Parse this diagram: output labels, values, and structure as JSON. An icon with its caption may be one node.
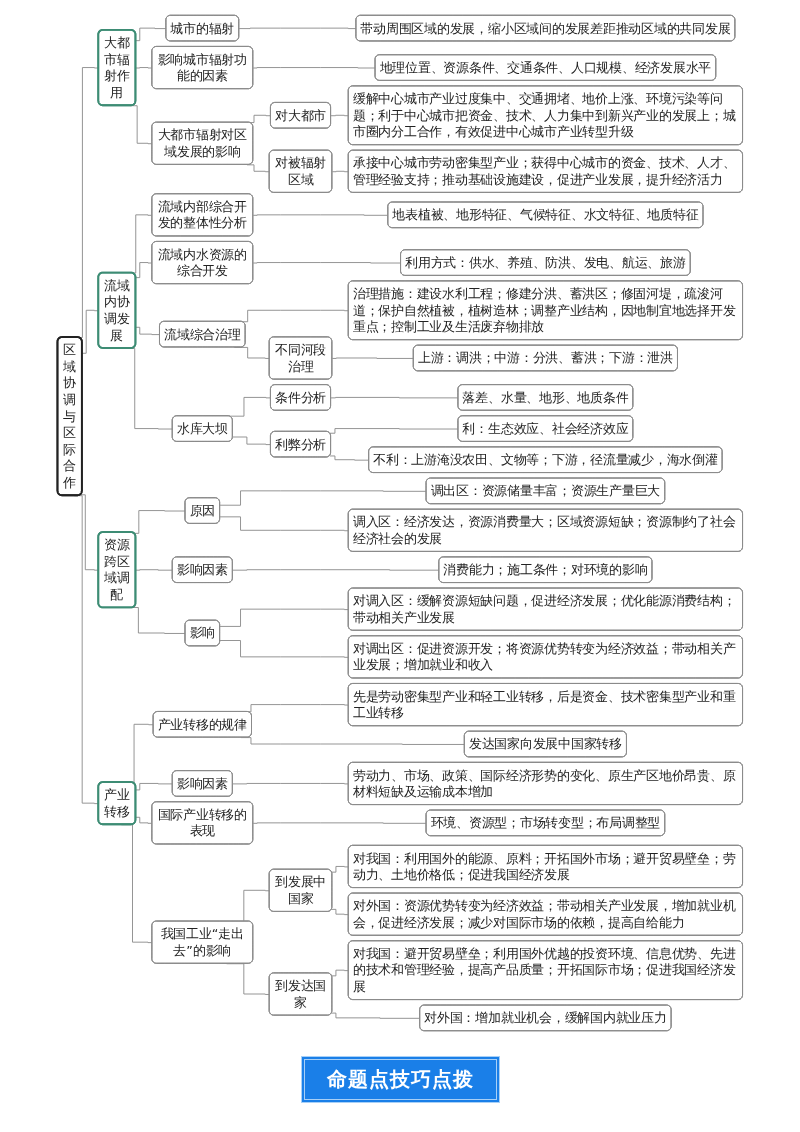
{
  "diagram": {
    "nodes": [
      {
        "text": [
          "区域协调与区际合作"
        ]
      },
      {
        "text": [
          "大都市辐射作用"
        ]
      },
      {
        "text": [
          "城市的辐射"
        ]
      },
      {
        "text": [
          "带动周围区域的发展，缩小区域间的发展差距推动区域的共同发展"
        ]
      },
      {
        "text": [
          "影响城市辐射功能的因素"
        ]
      },
      {
        "text": [
          "地理位置、资源条件、交通条件、人口规模、经济发展水平"
        ]
      },
      {
        "text": [
          "大都市辐射对区域发展的影响"
        ]
      },
      {
        "text": [
          "对大都市"
        ]
      },
      {
        "text": [
          "缓解中心城市产业过度集中、交通拥堵、地价上涨、环境污染等问题；利于中心城市把资金、技术、人力集中到新兴产业的发展上；城市圈内分工合作，有效促进中心城市产业转型升级"
        ]
      },
      {
        "text": [
          "对被辐射区域"
        ]
      },
      {
        "text": [
          "承接中心城市劳动密集型产业；获得中心城市的资金、技术、人才、管理经验支持；推动基础设施建设，促进产业发展，提升经济活力"
        ]
      },
      {
        "text": [
          "流域内协调发展"
        ]
      },
      {
        "text": [
          "流域内部综合开发的整体性分析"
        ]
      },
      {
        "text": [
          "地表植被、地形特征、气候特征、水文特征、地质特征"
        ]
      },
      {
        "text": [
          "流域内水资源的综合开发"
        ]
      },
      {
        "text": [
          "利用方式：供水、养殖、防洪、发电、航运、旅游"
        ]
      },
      {
        "text": [
          "流域综合治理"
        ]
      },
      {
        "text": [
          "治理措施：建设水利工程；修建分洪、蓄洪区；修固河堤，疏浚河道；保护自然植被，植树造林；调整产业结构，因地制宜地选择开发重点；控制工业及生活废弃物排放"
        ]
      },
      {
        "text": [
          "不同河段治理"
        ]
      },
      {
        "text": [
          "上游：调洪；中游：分洪、蓄洪；下游：泄洪"
        ]
      },
      {
        "text": [
          "水库大坝"
        ]
      },
      {
        "text": [
          "条件分析"
        ]
      },
      {
        "text": [
          "落差、水量、地形、地质条件"
        ]
      },
      {
        "text": [
          "利弊分析"
        ]
      },
      {
        "text": [
          "利：生态效应、社会经济效应"
        ]
      },
      {
        "text": [
          "不利：上游淹没农田、文物等；下游，径流量减少，海水倒灌"
        ]
      },
      {
        "text": [
          "资源跨区域调配"
        ]
      },
      {
        "text": [
          "原因"
        ]
      },
      {
        "text": [
          "调出区：资源储量丰富；资源生产量巨大"
        ]
      },
      {
        "text": [
          "调入区：经济发达，资源消费量大；区域资源短缺；资源制约了社会经济社会的发展"
        ]
      },
      {
        "text": [
          "影响因素"
        ]
      },
      {
        "text": [
          "消费能力；施工条件；对环境的影响"
        ]
      },
      {
        "text": [
          "影响"
        ]
      },
      {
        "text": [
          "对调入区：缓解资源短缺问题，促进经济发展；优化能源消费结构；带动相关产业发展"
        ]
      },
      {
        "text": [
          "对调出区：促进资源开发；将资源优势转变为经济效益；带动相关产业发展；增加就业和收入"
        ]
      },
      {
        "text": [
          "产业转移"
        ]
      },
      {
        "text": [
          "产业转移的规律"
        ]
      },
      {
        "text": [
          "先是劳动密集型产业和轻工业转移，后是资金、技术密集型产业和重工业转移"
        ]
      },
      {
        "text": [
          "发达国家向发展中国家转移"
        ]
      },
      {
        "text": [
          "影响因素"
        ]
      },
      {
        "text": [
          "劳动力、市场、政策、国际经济形势的变化、原生产区地价昂贵、原材料短缺及运输成本增加"
        ]
      },
      {
        "text": [
          "国际产业转移的表现"
        ]
      },
      {
        "text": [
          "环境、资源型；市场转变型；布局调整型"
        ]
      },
      {
        "text": [
          "我国工业“走出去”的影响"
        ]
      },
      {
        "text": [
          "到发展中国家"
        ]
      },
      {
        "text": [
          "对我国：利用国外的能源、原料；开拓国外市场；避开贸易壁垒；劳动力、土地价格低；促进我国经济发展"
        ]
      },
      {
        "text": [
          "对外国：资源优势转变为经济效益；带动相关产业发展，增加就业机会，促进经济发展；减少对国际市场的依赖，提高自给能力"
        ]
      },
      {
        "text": [
          "到发达国家"
        ]
      },
      {
        "text": [
          "对我国：避开贸易壁垒；利用国外优越的投资环境、信息优势、先进的技术和管理经验，提高产品质量；开拓国际市场；促进我国经济发展"
        ]
      },
      {
        "text": [
          "对外国：增加就业机会，缓解国内就业压力"
        ]
      }
    ],
    "edges": [
      {
        "from": 0,
        "to": 1,
        "arrow": "none"
      },
      {
        "from": 1,
        "to": 2,
        "arrow": "none"
      },
      {
        "from": 2,
        "to": 3,
        "arrow": "none"
      },
      {
        "from": 1,
        "to": 4,
        "arrow": "none"
      },
      {
        "from": 4,
        "to": 5,
        "arrow": "none"
      },
      {
        "from": 1,
        "to": 6,
        "arrow": "none"
      },
      {
        "from": 6,
        "to": 7,
        "arrow": "none"
      },
      {
        "from": 7,
        "to": 8,
        "arrow": "none"
      },
      {
        "from": 6,
        "to": 9,
        "arrow": "none"
      },
      {
        "from": 9,
        "to": 10,
        "arrow": "none"
      },
      {
        "from": 0,
        "to": 11,
        "arrow": "none"
      },
      {
        "from": 11,
        "to": 12,
        "arrow": "none"
      },
      {
        "from": 12,
        "to": 13,
        "arrow": "none"
      },
      {
        "from": 11,
        "to": 14,
        "arrow": "none"
      },
      {
        "from": 14,
        "to": 15,
        "arrow": "none"
      },
      {
        "from": 11,
        "to": 16,
        "arrow": "none"
      },
      {
        "from": 16,
        "to": 17,
        "arrow": "none"
      },
      {
        "from": 16,
        "to": 18,
        "arrow": "none"
      },
      {
        "from": 18,
        "to": 19,
        "arrow": "none"
      },
      {
        "from": 11,
        "to": 20,
        "arrow": "none"
      },
      {
        "from": 20,
        "to": 21,
        "arrow": "none"
      },
      {
        "from": 21,
        "to": 22,
        "arrow": "none"
      },
      {
        "from": 20,
        "to": 23,
        "arrow": "none"
      },
      {
        "from": 23,
        "to": 24,
        "arrow": "none"
      },
      {
        "from": 23,
        "to": 25,
        "arrow": "none"
      },
      {
        "from": 0,
        "to": 26,
        "arrow": "none"
      },
      {
        "from": 26,
        "to": 27,
        "arrow": "none"
      },
      {
        "from": 27,
        "to": 28,
        "arrow": "none"
      },
      {
        "from": 27,
        "to": 29,
        "arrow": "none"
      },
      {
        "from": 26,
        "to": 30,
        "arrow": "none"
      },
      {
        "from": 30,
        "to": 31,
        "arrow": "none"
      },
      {
        "from": 26,
        "to": 32,
        "arrow": "none"
      },
      {
        "from": 32,
        "to": 33,
        "arrow": "none"
      },
      {
        "from": 32,
        "to": 34,
        "arrow": "none"
      },
      {
        "from": 0,
        "to": 35,
        "arrow": "none"
      },
      {
        "from": 35,
        "to": 36,
        "arrow": "none"
      },
      {
        "from": 36,
        "to": 37,
        "arrow": "none"
      },
      {
        "from": 36,
        "to": 38,
        "arrow": "none"
      },
      {
        "from": 35,
        "to": 39,
        "arrow": "none"
      },
      {
        "from": 39,
        "to": 40,
        "arrow": "none"
      },
      {
        "from": 35,
        "to": 41,
        "arrow": "none"
      },
      {
        "from": 41,
        "to": 42,
        "arrow": "none"
      },
      {
        "from": 35,
        "to": 43,
        "arrow": "none"
      },
      {
        "from": 43,
        "to": 44,
        "arrow": "none"
      },
      {
        "from": 44,
        "to": 45,
        "arrow": "none"
      },
      {
        "from": 44,
        "to": 46,
        "arrow": "none"
      },
      {
        "from": 43,
        "to": 47,
        "arrow": "none"
      },
      {
        "from": 47,
        "to": 48,
        "arrow": "none"
      },
      {
        "from": 47,
        "to": 49,
        "arrow": "none"
      }
    ],
    "labels": [
      "命题点技巧点拨"
    ]
  }
}
